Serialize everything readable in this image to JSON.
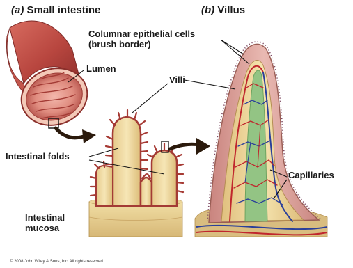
{
  "panels": {
    "a": {
      "letter": "(a)",
      "title": "Small intestine"
    },
    "b": {
      "letter": "(b)",
      "title": "Villus"
    }
  },
  "labels": {
    "lumen": "Lumen",
    "villi": "Villi",
    "intestinal_folds": "Intestinal folds",
    "intestinal_mucosa_line1": "Intestinal",
    "intestinal_mucosa_line2": "mucosa",
    "columnar_line1": "Columnar epithelial cells",
    "columnar_line2": "(brush border)",
    "capillaries": "Capillaries"
  },
  "copyright": "© 2008 John Wiley & Sons, Inc. All rights reserved.",
  "colors": {
    "tissue_red": "#a83434",
    "tissue_tan": "#e8cf8a",
    "epithelium_pink": "#d9a19c",
    "core_green": "#93c484",
    "artery": "#c0262d",
    "vein": "#2a3f9a",
    "arrow": "#2b1a0c"
  }
}
